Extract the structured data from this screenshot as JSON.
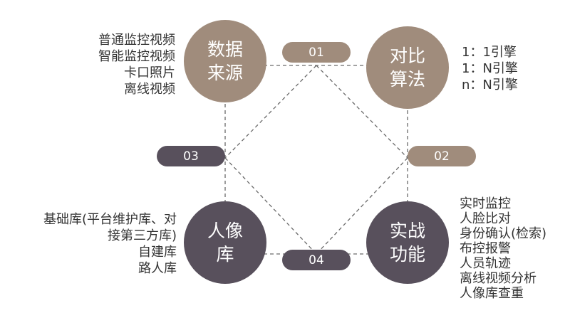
{
  "nodes": {
    "data_source": {
      "lines": [
        "数据",
        "来源"
      ],
      "color": "#a08c7c"
    },
    "compare_algo": {
      "lines": [
        "对比",
        "算法"
      ],
      "color": "#a08c7c"
    },
    "portrait_db": {
      "lines": [
        "人像",
        "库"
      ],
      "color": "#58505c"
    },
    "combat_func": {
      "lines": [
        "实战",
        "功能"
      ],
      "color": "#58505c"
    }
  },
  "pills": {
    "p01": "01",
    "p02": "02",
    "p03": "03",
    "p04": "04"
  },
  "lists": {
    "data_source": [
      "普通监控视频",
      "智能监控视频",
      "卡口照片",
      "离线视频"
    ],
    "compare_algo": [
      "1：1引擎",
      "1：N引擎",
      "n：N引擎"
    ],
    "portrait_db": [
      "基础库(平台维护库、对",
      "接第三方库)",
      "自建库",
      "路人库"
    ],
    "combat_func": [
      "实时监控",
      "人脸比对",
      "身份确认(检索)",
      "布控报警",
      "人员轨迹",
      "离线视频分析",
      "人像库查重"
    ]
  },
  "colors": {
    "tan": "#a08c7c",
    "dark": "#58505c",
    "line": "#6a6a6a"
  }
}
